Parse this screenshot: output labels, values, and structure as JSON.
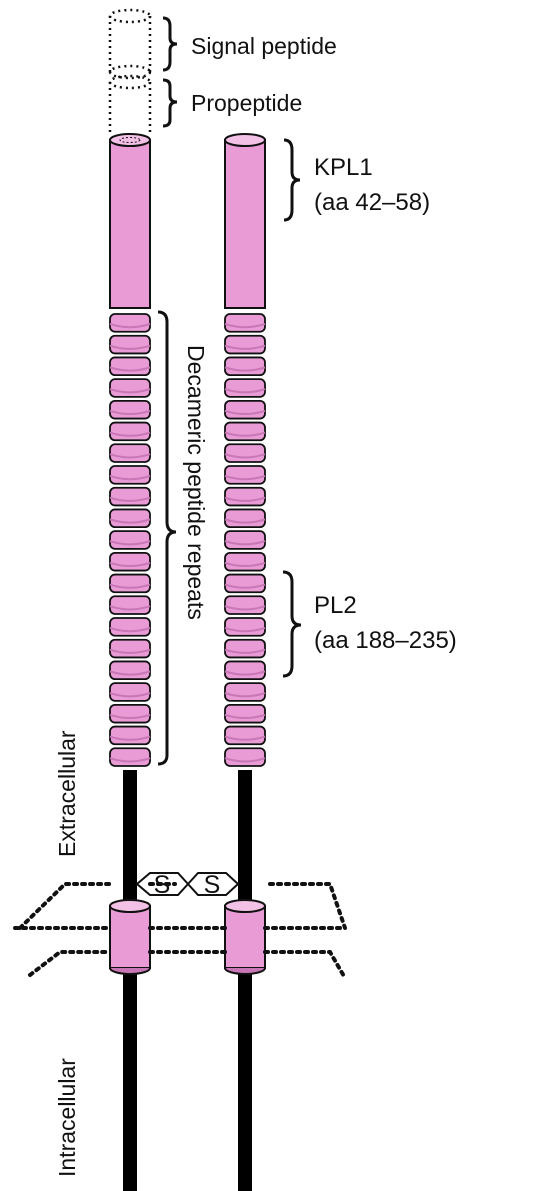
{
  "labels": {
    "signal_peptide": "Signal peptide",
    "propeptide": "Propeptide",
    "kpl1_name": "KPL1",
    "kpl1_range": "(aa 42–58)",
    "repeats": "Decameric peptide repeats",
    "pl2_name": "PL2",
    "pl2_range": "(aa 188–235)",
    "extracellular": "Extracellular",
    "intracellular": "Intracellular",
    "disulfide_s": "S"
  },
  "colors": {
    "helix_fill": "#e89bd5",
    "helix_dark": "#c976b6",
    "outline": "#111111",
    "tail": "#000000"
  }
}
